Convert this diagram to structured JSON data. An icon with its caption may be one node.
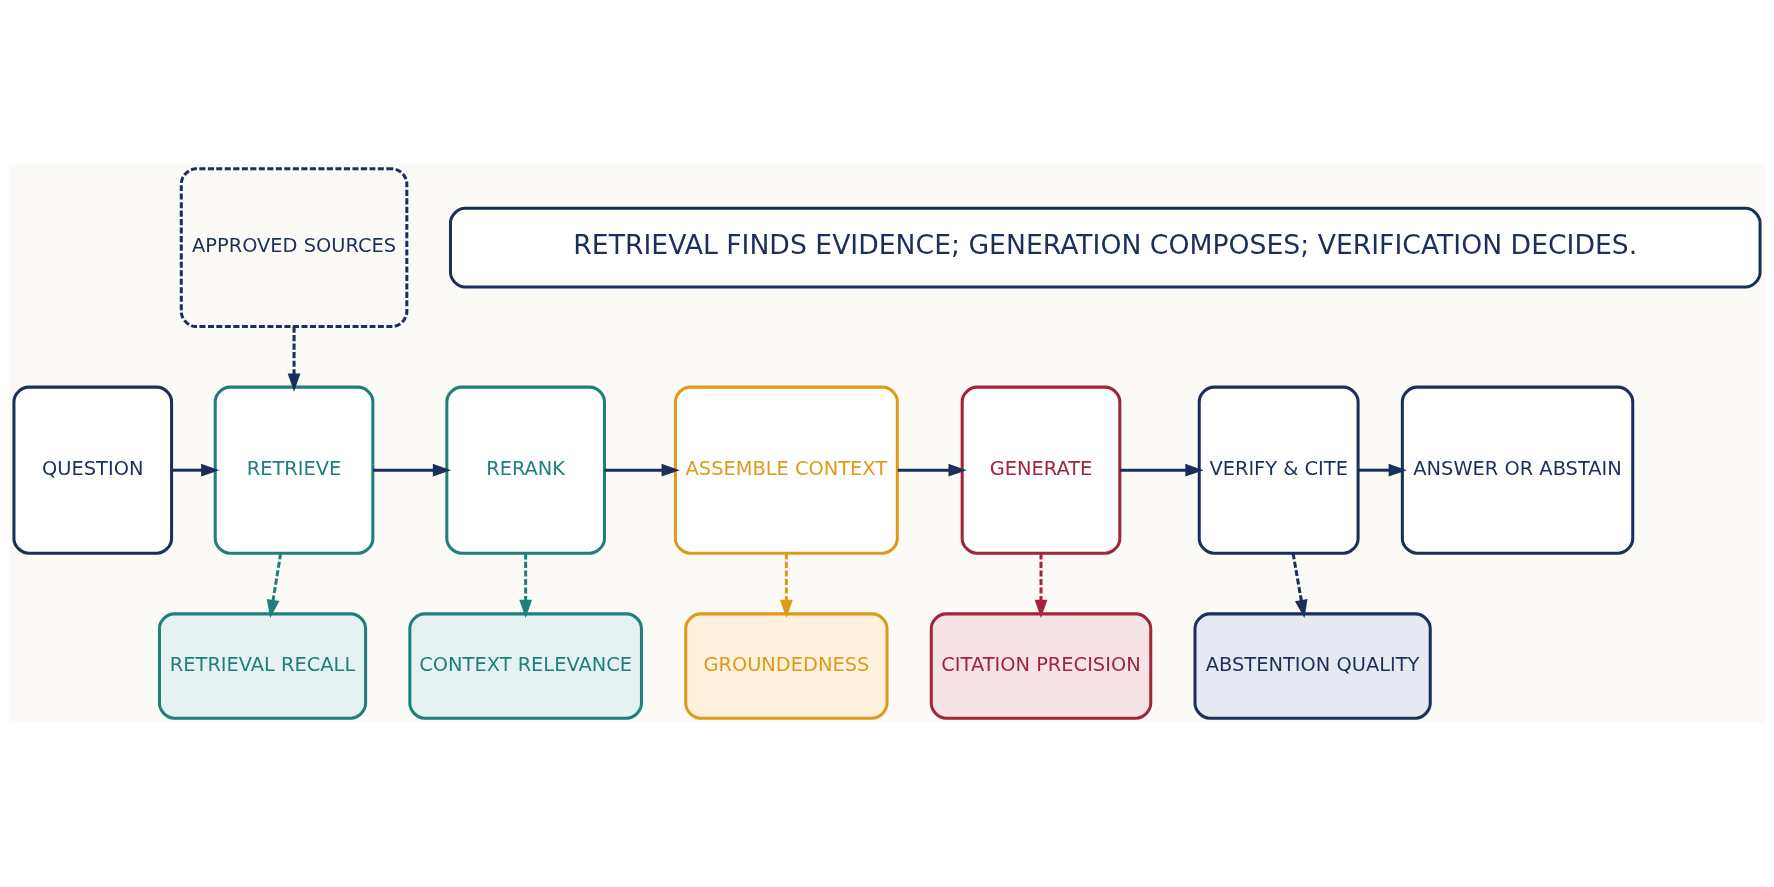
{
  "diagram": {
    "nodes": [
      {
        "text": [
          "APPROVED SOURCES"
        ]
      },
      {
        "text": [
          "QUESTION"
        ]
      },
      {
        "text": [
          "RETRIEVE"
        ]
      },
      {
        "text": [
          "RERANK"
        ]
      },
      {
        "text": [
          "ASSEMBLE CONTEXT"
        ]
      },
      {
        "text": [
          "GENERATE"
        ]
      },
      {
        "text": [
          "VERIFY & CITE"
        ]
      },
      {
        "text": [
          "ANSWER OR ABSTAIN"
        ]
      },
      {
        "text": [
          "RETRIEVAL RECALL"
        ]
      },
      {
        "text": [
          "CONTEXT RELEVANCE"
        ]
      },
      {
        "text": [
          "GROUNDEDNESS"
        ]
      },
      {
        "text": [
          "CITATION PRECISION"
        ]
      },
      {
        "text": [
          "ABSTENTION QUALITY"
        ]
      },
      {
        "text": [
          "RETRIEVAL FINDS EVIDENCE; GENERATION COMPOSES; VERIFICATION DECIDES."
        ]
      }
    ],
    "edges": [
      {
        "from": 0,
        "to": 2,
        "arrow": "to",
        "style": "dashed"
      },
      {
        "from": 1,
        "to": 2,
        "arrow": "to"
      },
      {
        "from": 2,
        "to": 3,
        "arrow": "to"
      },
      {
        "from": 3,
        "to": 4,
        "arrow": "to"
      },
      {
        "from": 4,
        "to": 5,
        "arrow": "to"
      },
      {
        "from": 5,
        "to": 6,
        "arrow": "to"
      },
      {
        "from": 6,
        "to": 7,
        "arrow": "to"
      },
      {
        "from": 2,
        "to": 8,
        "arrow": "to",
        "style": "dashed",
        "color": "#1f7f7a"
      },
      {
        "from": 3,
        "to": 9,
        "arrow": "to",
        "style": "dashed",
        "color": "#1f7f7a"
      },
      {
        "from": 4,
        "to": 10,
        "arrow": "to",
        "style": "dashed",
        "color": "#e09a1a"
      },
      {
        "from": 5,
        "to": 11,
        "arrow": "to",
        "style": "dashed",
        "color": "#a3253a"
      },
      {
        "from": 6,
        "to": 12,
        "arrow": "to",
        "style": "dashed"
      }
    ]
  }
}
